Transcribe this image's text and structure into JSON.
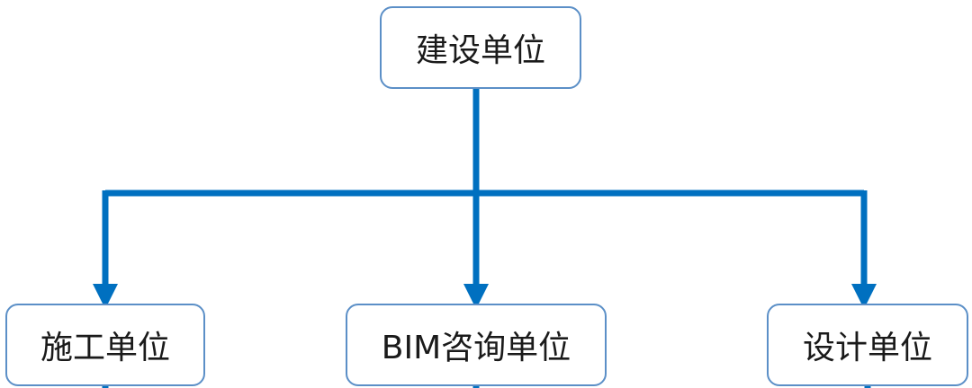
{
  "diagram": {
    "root": {
      "label": "建设单位"
    },
    "children": [
      {
        "label": "施工单位"
      },
      {
        "label": "BIM咨询单位"
      },
      {
        "label": "设计单位"
      }
    ]
  },
  "colors": {
    "connector": "#0070c0",
    "node_border": "#5b8fc7",
    "text": "#1a1a1a",
    "background": "#ffffff"
  }
}
